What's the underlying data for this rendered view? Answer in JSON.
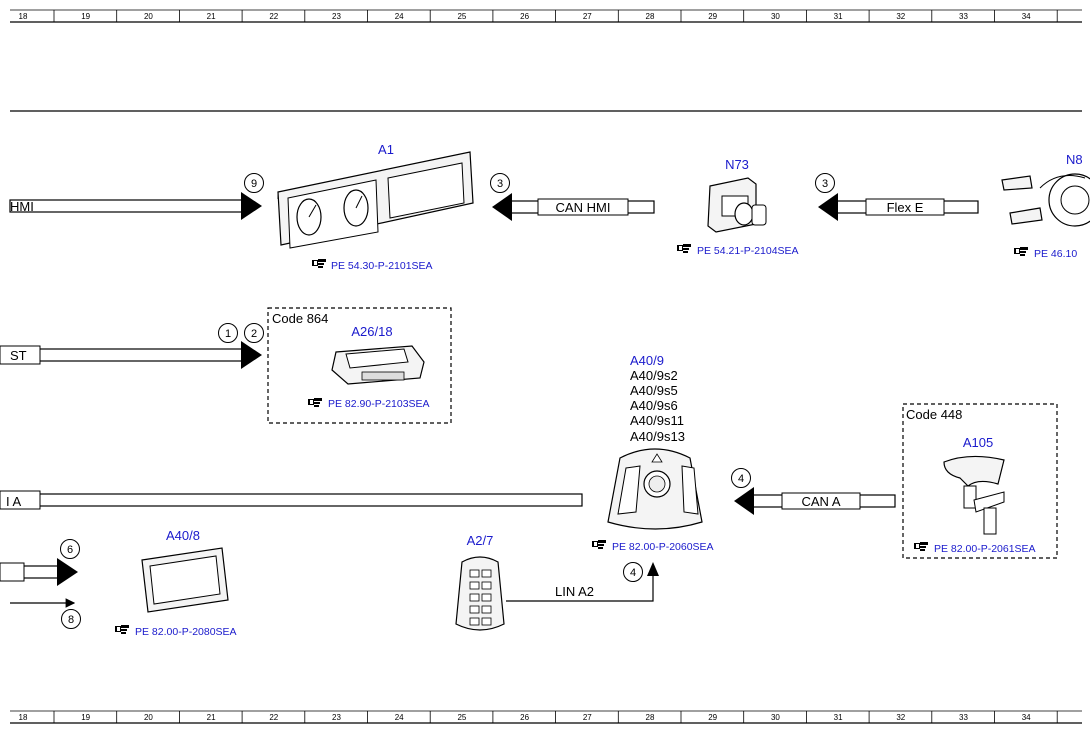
{
  "ruler": {
    "top": [
      "18",
      "19",
      "20",
      "21",
      "22",
      "23",
      "24",
      "25",
      "26",
      "27",
      "28",
      "29",
      "30",
      "31",
      "32",
      "33",
      "34"
    ],
    "bottom": [
      "18",
      "19",
      "20",
      "21",
      "22",
      "23",
      "24",
      "25",
      "26",
      "27",
      "28",
      "29",
      "30",
      "31",
      "32",
      "33",
      "34"
    ]
  },
  "buses": {
    "hmi_left": "HMI",
    "st_left": "ST",
    "a_left": "I A",
    "can_hmi": "CAN HMI",
    "flex_e": "Flex E",
    "can_a": "CAN A",
    "lin_a2": "LIN A2"
  },
  "connectors": {
    "c9": "9",
    "c3a": "3",
    "c3b": "3",
    "c1": "1",
    "c2": "2",
    "c4a": "4",
    "c4b": "4",
    "c6": "6",
    "c8": "8"
  },
  "components": {
    "a1": {
      "label": "A1",
      "ref": "PE 54.30-P-2101SEA"
    },
    "n73": {
      "label": "N73",
      "ref": "PE 54.21-P-2104SEA"
    },
    "n80": {
      "label": "N8",
      "ref": "PE 46.10"
    },
    "a26_18": {
      "code": "Code 864",
      "label": "A26/18",
      "ref": "PE 82.90-P-2103SEA"
    },
    "a40_9": {
      "label": "A40/9",
      "subs": [
        "A40/9s2",
        "A40/9s5",
        "A40/9s6",
        "A40/9s11",
        "A40/9s13"
      ],
      "ref": "PE 82.00-P-2060SEA"
    },
    "a105": {
      "code": "Code 448",
      "label": "A105",
      "ref": "PE 82.00-P-2061SEA"
    },
    "a40_8": {
      "label": "A40/8",
      "ref": "PE 82.00-P-2080SEA"
    },
    "a2_7": {
      "label": "A2/7"
    }
  },
  "icons": {
    "reference": "pointing-hand-icon"
  },
  "colors": {
    "label_blue": "#1a1acc"
  }
}
